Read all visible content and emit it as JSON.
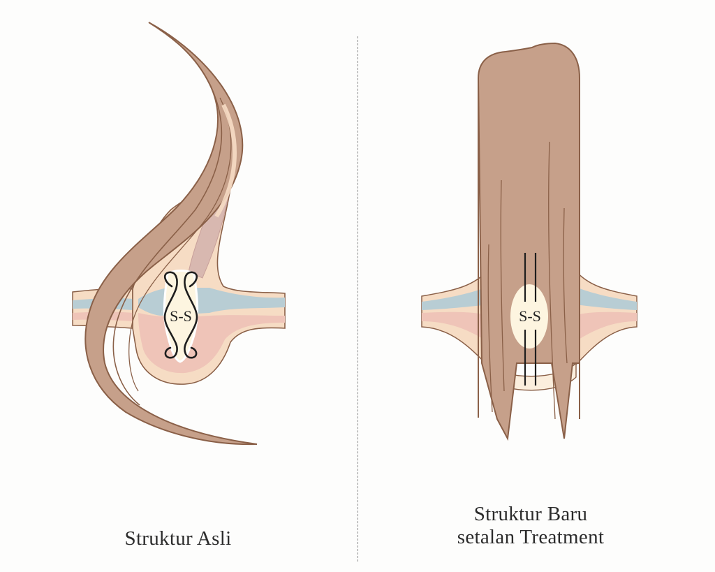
{
  "diagram": {
    "type": "before-after comparison",
    "left_panel": {
      "caption": "Struktur Asli",
      "bond_label": "S-S",
      "bond_shape": "curled disulfide bonds",
      "hair_shape": "curved/wavy"
    },
    "right_panel": {
      "caption_line1": "Struktur Baru",
      "caption_line2": "setalan Treatment",
      "bond_label": "S-S",
      "bond_shape": "straight parallel disulfide bonds",
      "hair_shape": "straight"
    },
    "divider": "dashed vertical line"
  },
  "colors": {
    "background": "#fdfdfc",
    "hair_fill": "#c6a08a",
    "hair_stroke": "#8a6048",
    "skin_outer": "#f6dcc4",
    "skin_inner_cream": "#fbeedd",
    "layer_blue": "#b8cdd4",
    "layer_pink": "#efc4b8",
    "bulb_cream": "#fdf5e0",
    "cortex_mauve": "#d8b8b0",
    "bond_line": "#1e1e1e",
    "divider": "#8c8c8c",
    "text": "#2b2b2b"
  }
}
